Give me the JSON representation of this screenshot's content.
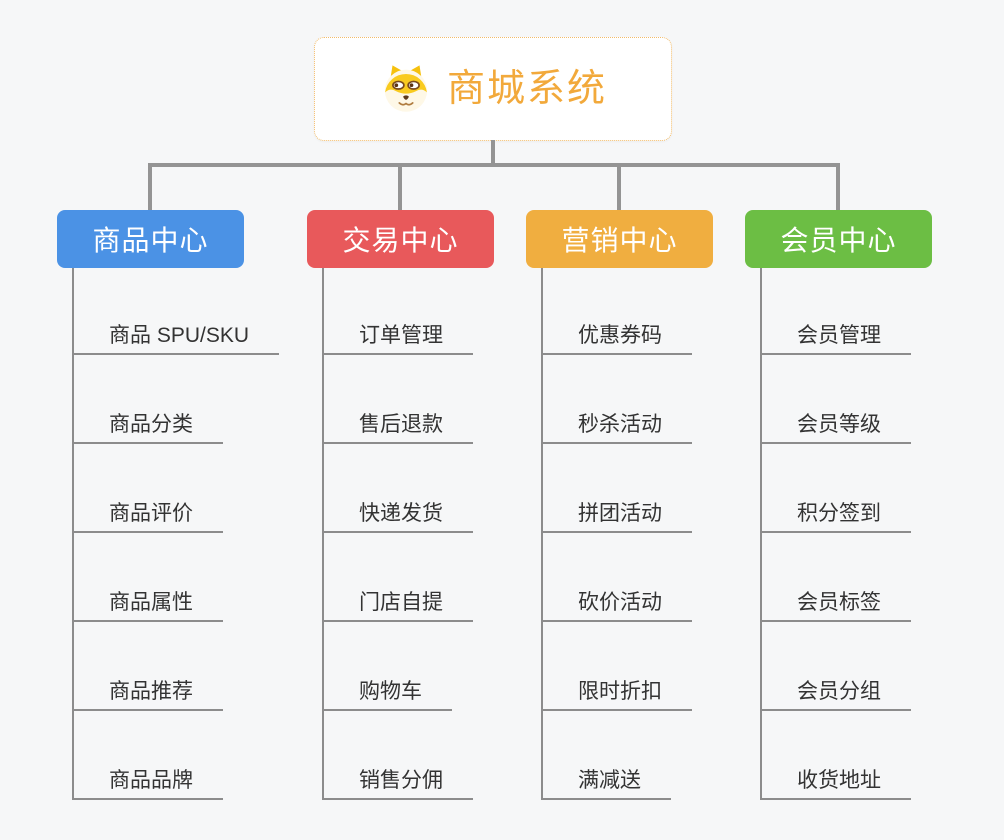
{
  "root": {
    "title": "商城系统",
    "icon": "dog-face-icon"
  },
  "branches": [
    {
      "id": "product-center",
      "label": "商品中心",
      "color": "#4B92E5",
      "items": [
        "商品 SPU/SKU",
        "商品分类",
        "商品评价",
        "商品属性",
        "商品推荐",
        "商品品牌"
      ]
    },
    {
      "id": "trade-center",
      "label": "交易中心",
      "color": "#E8595B",
      "items": [
        "订单管理",
        "售后退款",
        "快递发货",
        "门店自提",
        "购物车",
        "销售分佣"
      ]
    },
    {
      "id": "marketing-center",
      "label": "营销中心",
      "color": "#F0AE40",
      "items": [
        "优惠券码",
        "秒杀活动",
        "拼团活动",
        "砍价活动",
        "限时折扣",
        "满减送"
      ]
    },
    {
      "id": "member-center",
      "label": "会员中心",
      "color": "#6CBE44",
      "items": [
        "会员管理",
        "会员等级",
        "积分签到",
        "会员标签",
        "会员分组",
        "收货地址"
      ]
    }
  ],
  "colors": {
    "background": "#F6F7F8",
    "connector": "#949494",
    "underline": "#8C8C8C",
    "item_text": "#333333",
    "root_text": "#F2A93B",
    "root_border": "#F2BC6A",
    "header_text": "#FFFFFF"
  }
}
